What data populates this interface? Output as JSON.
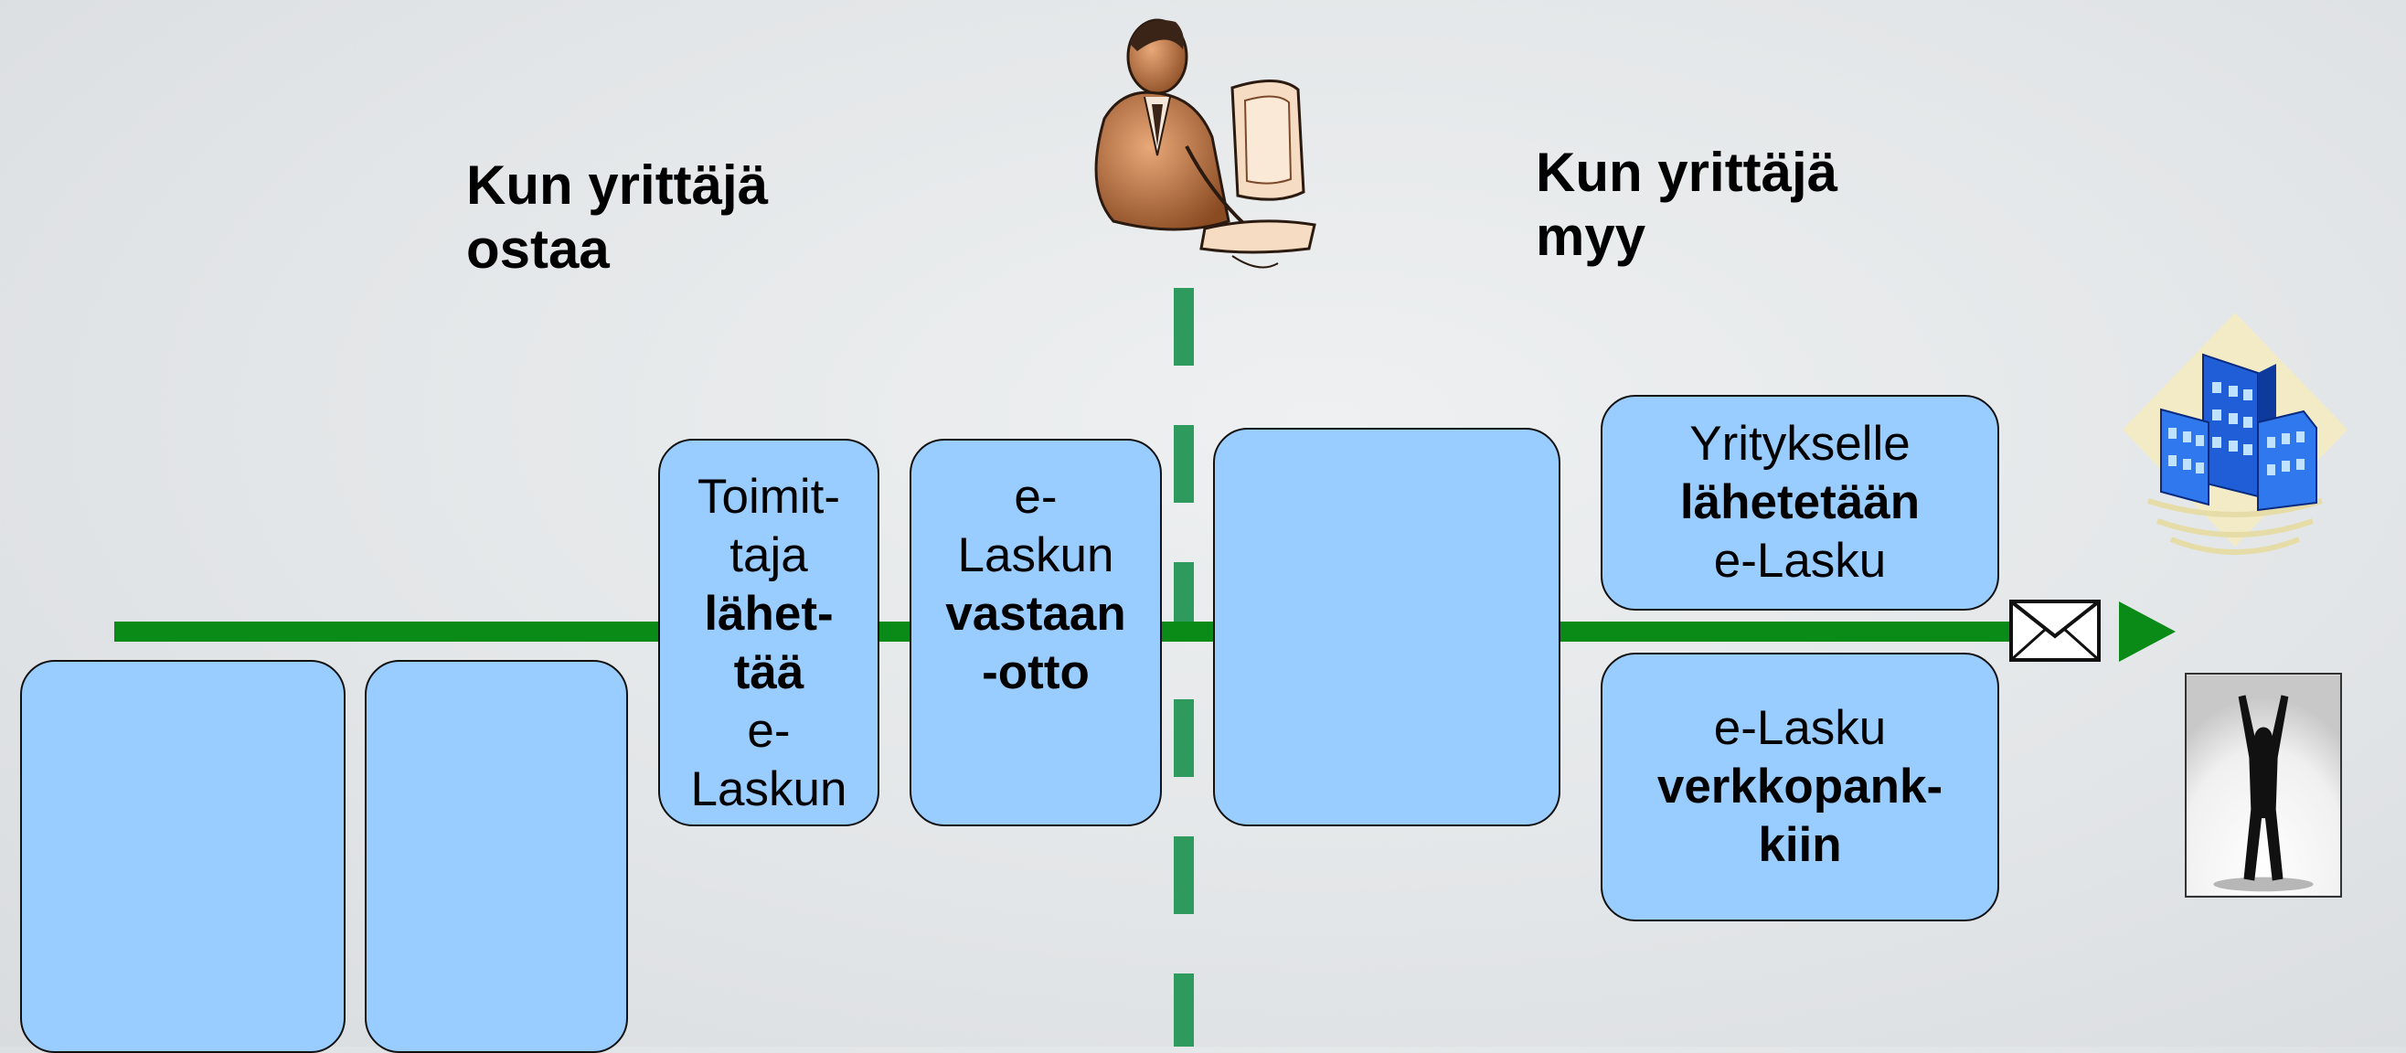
{
  "headings": {
    "buy": [
      "Kun yrittäjä",
      "ostaa"
    ],
    "sell": [
      "Kun yrittäjä",
      "myy"
    ]
  },
  "boxes": {
    "supplier_sends": {
      "lines": [
        "Toimit-",
        "taja",
        "lähet-",
        "tää",
        "e-",
        "Laskun"
      ],
      "bold": [
        2,
        3
      ]
    },
    "reception": {
      "lines": [
        "e-",
        "Laskun",
        "vastaan",
        "-otto"
      ],
      "bold": [
        2,
        3
      ]
    },
    "to_company": {
      "lines": [
        "Yritykselle",
        "lähetetään",
        "e-Lasku"
      ],
      "bold": [
        1
      ]
    },
    "to_bank": {
      "lines": [
        "e-Lasku",
        "verkkopank-",
        "kiin"
      ],
      "bold": [
        1,
        2
      ]
    }
  },
  "icons": {
    "clerk": "person-at-computer-clipart",
    "building": "office-building-clipart",
    "envelope": "envelope-icon",
    "person": "person-arms-raised-photo"
  },
  "colors": {
    "box_fill": "#99ccff",
    "flow_arrow": "#0a8a16",
    "divider": "#2e9a5e"
  }
}
